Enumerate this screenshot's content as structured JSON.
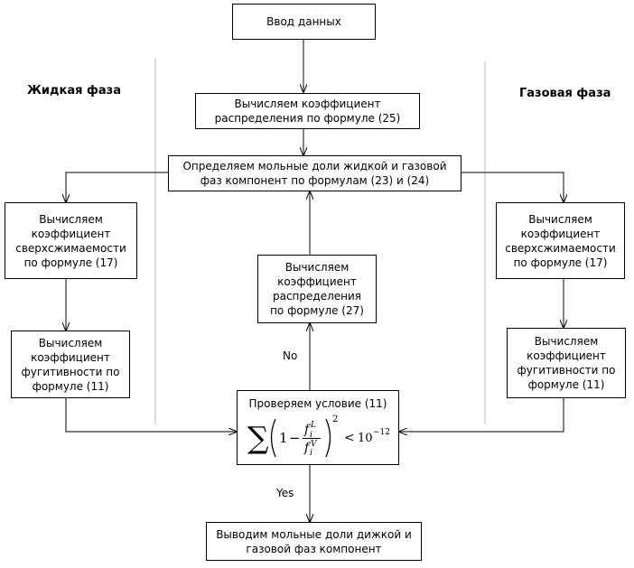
{
  "phases": {
    "left": "Жидкая фаза",
    "right": "Газовая фаза"
  },
  "boxes": {
    "input": "Ввод данных",
    "k25": "Вычисляем коэффициент\nраспределения по формуле (25)",
    "molar": "Определяем мольные доли жидкой и газовой\nфаз компонент по формулам (23) и (24)",
    "z_left": "Вычисляем\nкоэффициент\nсверхсжимаемости\nпо формуле (17)",
    "z_right": "Вычисляем\nкоэффициент\nсверхсжимаемости\nпо формуле (17)",
    "k27": "Вычисляем\nкоэффициент\nраспределения\nпо формуле (27)",
    "f_left": "Вычисляем\nкоэффициент\nфугитивности по\nформуле (11)",
    "f_right": "Вычисляем\nкоэффициент\nфугитивности по\nформуле (11)",
    "condition_title": "Проверяем условие (11)",
    "output": "Выводим мольные доли дижкой и\nгазовой фаз компонент"
  },
  "edge_labels": {
    "no": "No",
    "yes": "Yes"
  },
  "formula": {
    "sum": "∑",
    "one": "1",
    "minus": "−",
    "f": "f",
    "i": "i",
    "sup_L": "L",
    "sup_V": "V",
    "power": "2",
    "lt": "<",
    "base": "10",
    "exponent": "−12"
  }
}
